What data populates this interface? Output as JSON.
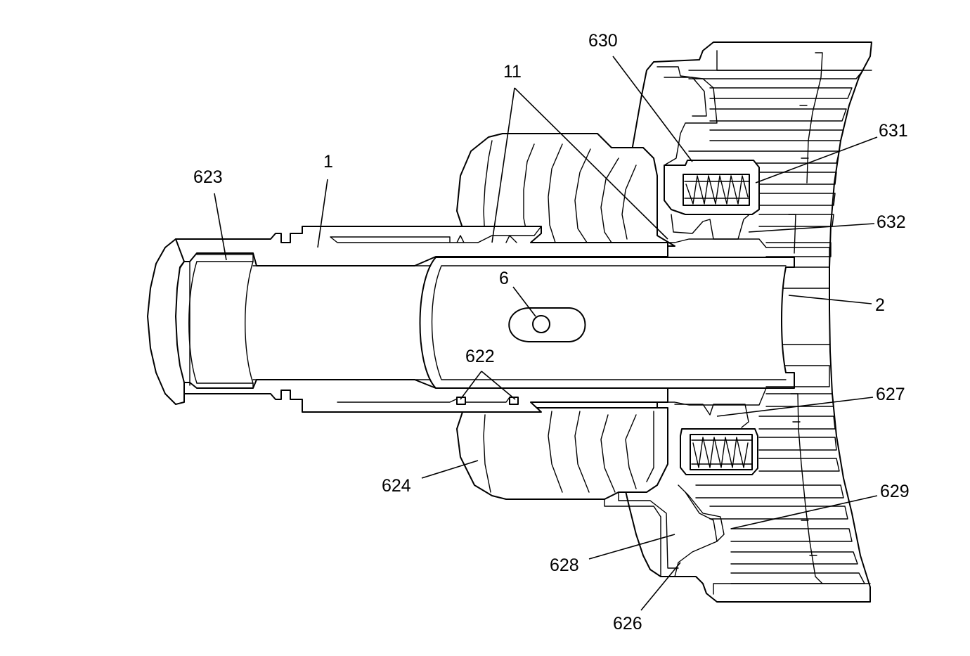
{
  "callouts": {
    "c630": "630",
    "c11": "11",
    "c631": "631",
    "c1": "1",
    "c623": "623",
    "c632": "632",
    "c6": "6",
    "c2": "2",
    "c622": "622",
    "c627": "627",
    "c624": "624",
    "c629": "629",
    "c628": "628",
    "c626": "626"
  }
}
